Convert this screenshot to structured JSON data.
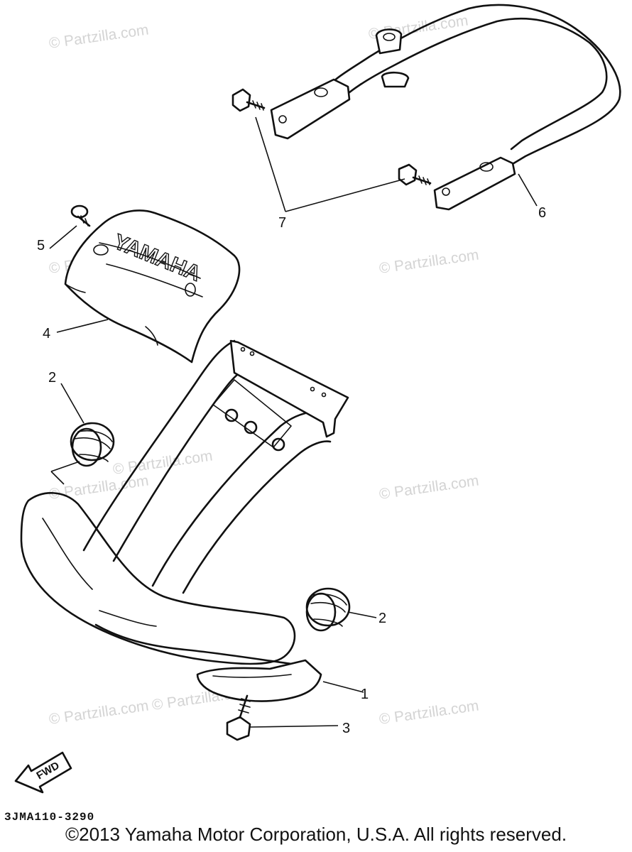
{
  "watermarks": [
    "© Partzilla.com",
    "© Partzilla.com",
    "© Partzilla.com",
    "© Partzilla.com",
    "© Partzilla.com",
    "© Partzilla.com",
    "© Partzilla.com",
    "© Partzilla.com",
    "© Partzilla.com",
    "© Partzilla.com"
  ],
  "callouts": [
    "1",
    "2",
    "2",
    "3",
    "4",
    "5",
    "6",
    "7"
  ],
  "cover_logo_text": "YAMAHA",
  "fwd_label": "FWD",
  "diagram_code": "3JMA110-3290",
  "copyright": "©2013 Yamaha Motor Corporation, U.S.A. All rights reserved."
}
